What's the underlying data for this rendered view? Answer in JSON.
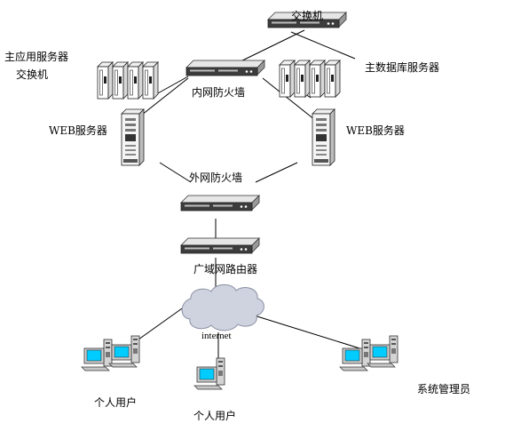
{
  "labels": {
    "switch_top": "交换机",
    "app_server": "主应用服务器",
    "app_switch": "交换机",
    "inner_firewall": "内网防火墙",
    "db_server": "主数据库服务器",
    "web_left": "WEB服务器",
    "web_right": "WEB服务器",
    "outer_firewall": "外网防火墙",
    "router": "广域网路由器",
    "internet": "internet",
    "user_left": "个人用户",
    "user_center": "个人用户",
    "admin": "系统管理员"
  },
  "colors": {
    "screen": "#00ccff",
    "cloud": "#cfd3e0",
    "device_body": "#dcdcdc",
    "device_dark": "#4a4a4a"
  }
}
